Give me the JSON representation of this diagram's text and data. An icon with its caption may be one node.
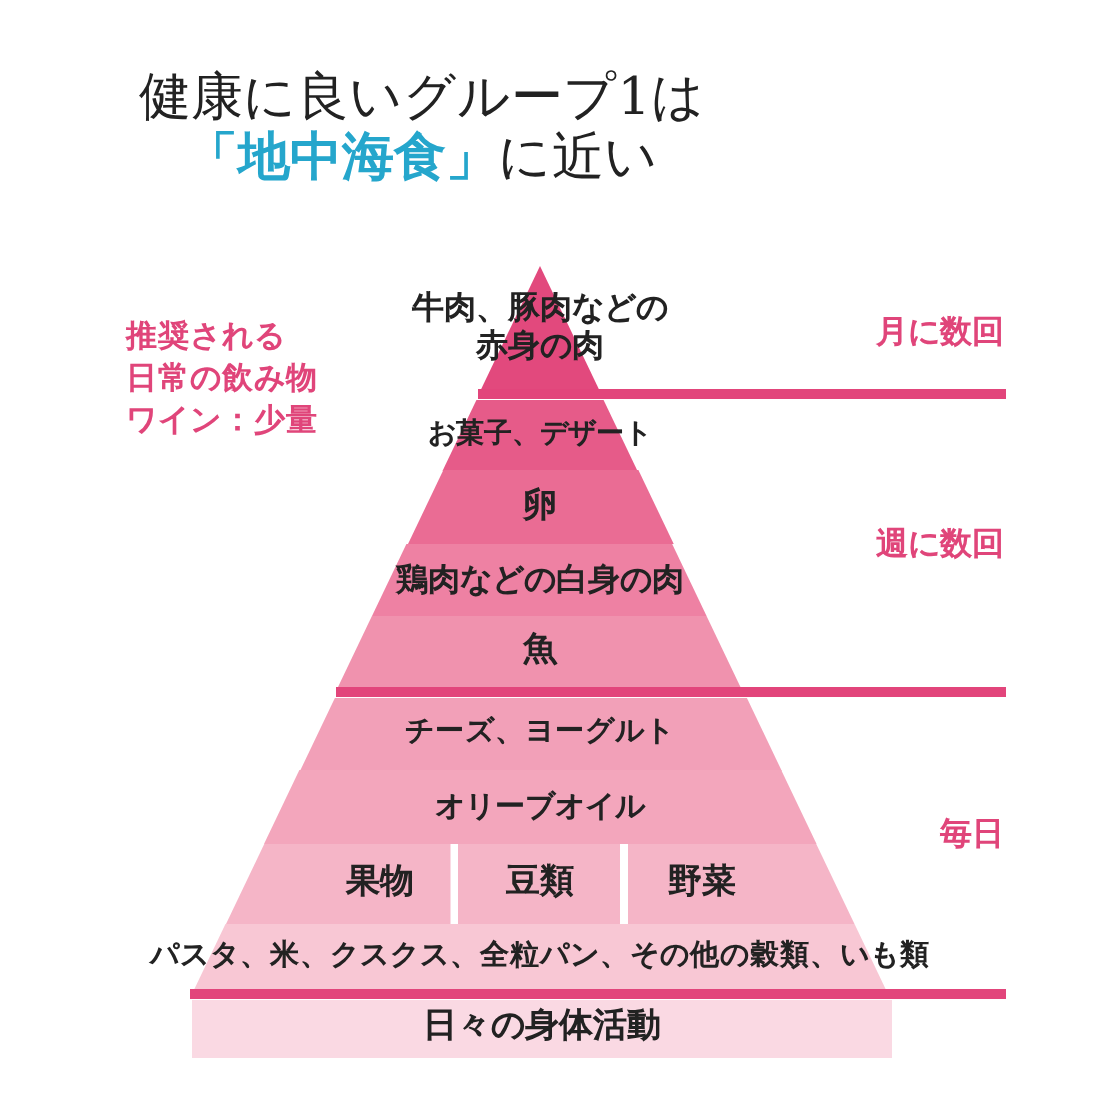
{
  "diagram": {
    "title": "健康に良いグループ1は**「地中海食」**に近い",
    "nodes": [
      {
        "text": [
          "牛肉、豚肉などの赤身の肉"
        ]
      },
      {
        "text": [
          "お菓子、デザート"
        ]
      },
      {
        "text": [
          "卵"
        ]
      },
      {
        "text": [
          "鶏肉などの白身の肉"
        ]
      },
      {
        "text": [
          "魚"
        ]
      },
      {
        "text": [
          "チーズ、ヨーグルト"
        ]
      },
      {
        "text": [
          "オリーブオイル"
        ]
      },
      {
        "text": [
          "果物"
        ]
      },
      {
        "text": [
          "豆類"
        ]
      },
      {
        "text": [
          "野菜"
        ]
      },
      {
        "text": [
          "パスタ、米、クスクス、全粒パン、その他の穀類、いも類"
        ]
      },
      {
        "text": [
          "日々の身体活動"
        ]
      }
    ],
    "labels": [
      "推奨される",
      "日常の飲み物",
      "ワイン：少量",
      "月に数回",
      "週に数回",
      "毎日"
    ]
  }
}
